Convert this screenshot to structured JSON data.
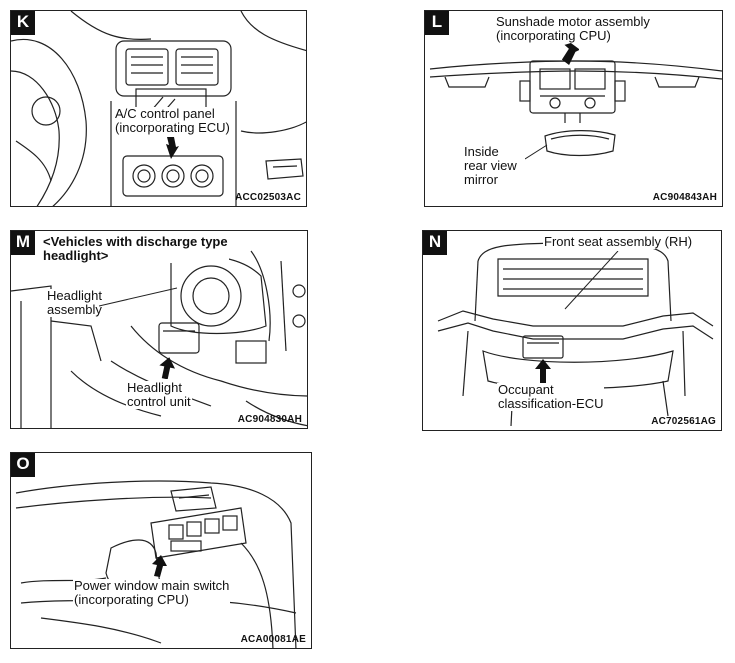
{
  "panels": {
    "K": {
      "badge": "K",
      "label_line1": "A/C control panel",
      "label_line2": "(incorporating ECU)",
      "code": "ACC02503AC"
    },
    "L": {
      "badge": "L",
      "label_motor_line1": "Sunshade motor assembly",
      "label_motor_line2": "(incorporating CPU)",
      "label_mirror_line1": "Inside",
      "label_mirror_line2": "rear view",
      "label_mirror_line3": "mirror",
      "code": "AC904843AH"
    },
    "M": {
      "badge": "M",
      "heading_line1": "<Vehicles with discharge type",
      "heading_line2": "headlight>",
      "label_assy_line1": "Headlight",
      "label_assy_line2": "assembly",
      "label_unit_line1": "Headlight",
      "label_unit_line2": "control unit",
      "code": "AC904830AH"
    },
    "N": {
      "badge": "N",
      "label_seat": "Front seat assembly (RH)",
      "label_ecu_line1": "Occupant",
      "label_ecu_line2": "classification-ECU",
      "code": "AC702561AG"
    },
    "O": {
      "badge": "O",
      "label_line1": "Power window main switch",
      "label_line2": "(incorporating CPU)",
      "code": "ACA00081AE"
    }
  },
  "icons": {
    "pointer": "arrow-icon"
  }
}
